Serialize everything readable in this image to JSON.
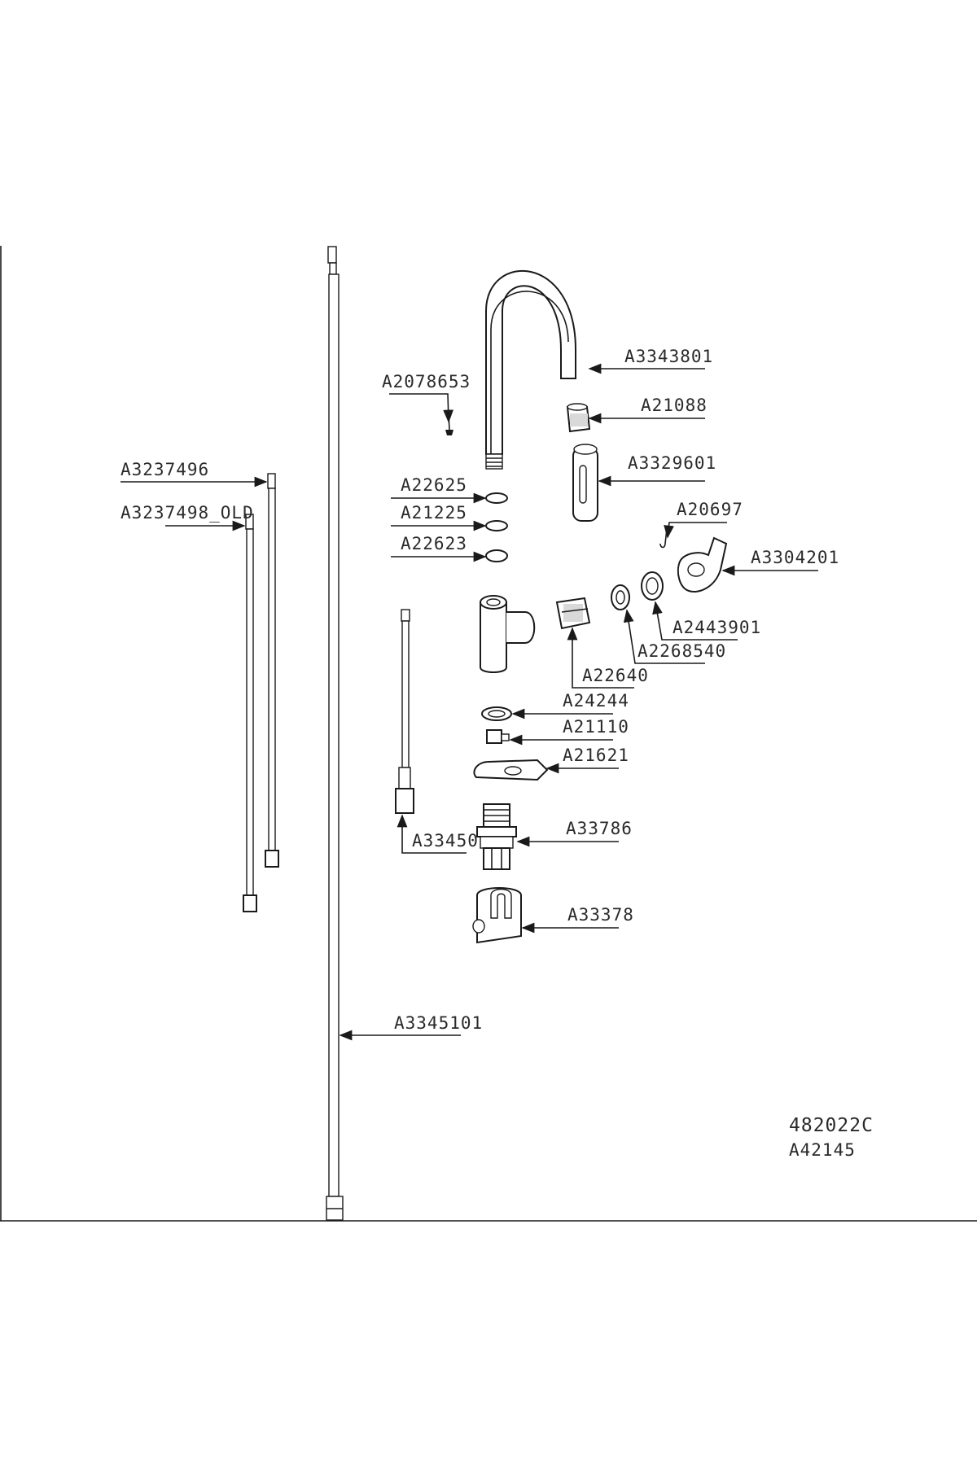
{
  "parts": {
    "spout": "A3343801",
    "pin_small": "A2078653",
    "aerator": "A21088",
    "spray_head": "A3329601",
    "hose_a": "A3237496",
    "hose_b": "A3237498_OLD",
    "oring_1": "A22625",
    "oring_2": "A21225",
    "oring_3": "A22623",
    "clip": "A20697",
    "handle": "A3304201",
    "ring": "A2443901",
    "washer": "A2268540",
    "cartridge": "A22640",
    "base_ring": "A24244",
    "nut_small": "A21110",
    "plate": "A21621",
    "flex_pipe": "A33450",
    "threaded_shank": "A33786",
    "fixing_bracket": "A33378",
    "long_rod": "A3345101"
  },
  "drawing_codes": {
    "code_1": "482022C",
    "code_2": "A42145"
  }
}
